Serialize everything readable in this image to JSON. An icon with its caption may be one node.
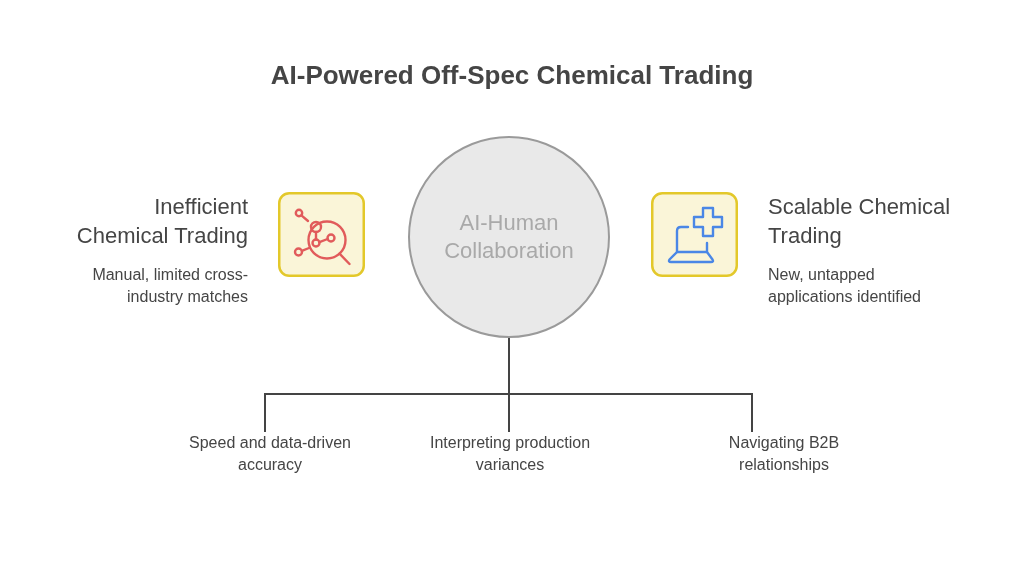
{
  "diagram": {
    "title": "AI-Powered Off-Spec Chemical Trading",
    "nodes": [
      {
        "text": [
          "Inefficient Chemical Trading",
          "Manual, limited cross-industry matches"
        ]
      },
      {
        "text": [
          "AI-Human Collaboration"
        ]
      },
      {
        "text": [
          "Scalable Chemical Trading",
          "New, untapped applications identified"
        ]
      },
      {
        "text": [
          "Speed and data-driven accuracy"
        ]
      },
      {
        "text": [
          "Interpreting production variances"
        ]
      },
      {
        "text": [
          "Navigating B2B relationships"
        ]
      }
    ],
    "edges": [
      {
        "from": 1,
        "to": 3,
        "arrow": "none"
      },
      {
        "from": 1,
        "to": 4,
        "arrow": "none"
      },
      {
        "from": 1,
        "to": 5,
        "arrow": "none"
      }
    ]
  }
}
